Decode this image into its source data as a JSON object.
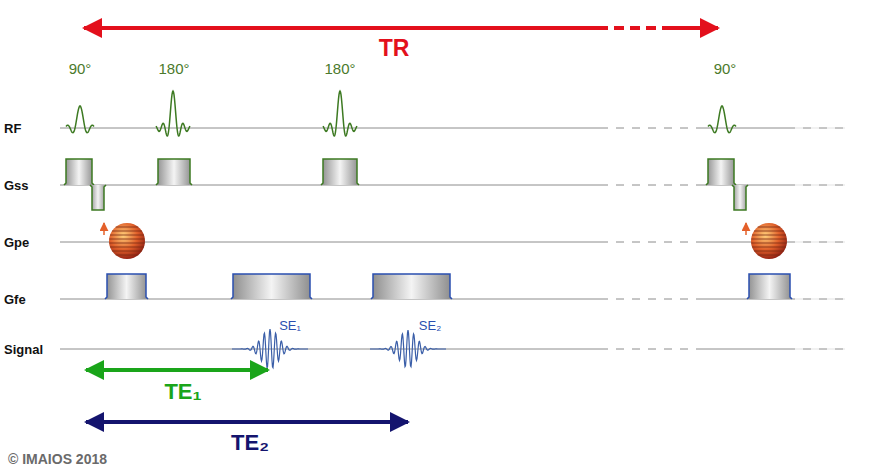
{
  "diagram": {
    "labels": [
      "TR",
      "90°",
      "180°",
      "180°",
      "90°",
      "RF",
      "Gss",
      "Gpe",
      "Gfe",
      "Signal",
      "SE₁",
      "SE₂",
      "TE₁",
      "TE₂",
      "© IMAIOS 2018"
    ]
  }
}
